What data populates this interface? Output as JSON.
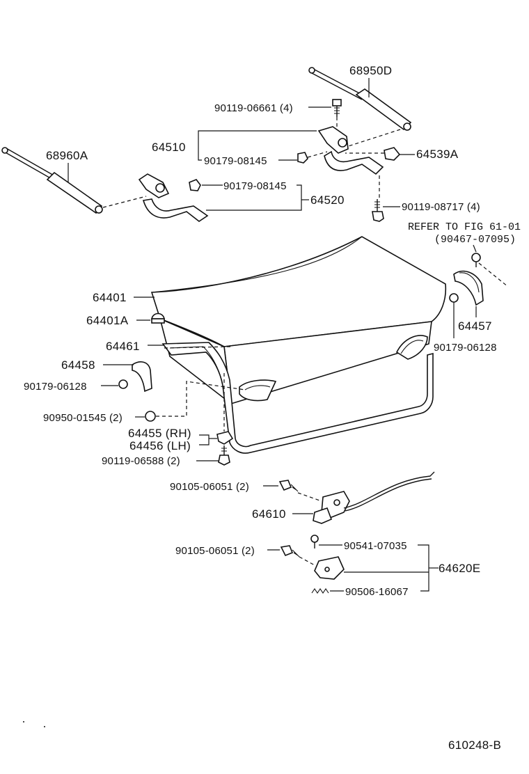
{
  "labels": {
    "p68950D": "68950D",
    "p90119_06661": "90119-06661 (4)",
    "p64510": "64510",
    "p90179_08145_a": "90179-08145",
    "p64539A": "64539A",
    "p68960A": "68960A",
    "p90179_08145_b": "90179-08145",
    "p64520": "64520",
    "p90119_08717": "90119-08717 (4)",
    "refer_line1": "REFER TO FIG 61-01",
    "refer_line2": "(90467-07095)",
    "p64401": "64401",
    "p64401A": "64401A",
    "p64457": "64457",
    "p90179_06128_r": "90179-06128",
    "p64461": "64461",
    "p64458": "64458",
    "p90179_06128_l": "90179-06128",
    "p90950_01545": "90950-01545 (2)",
    "p64455": "64455 (RH)",
    "p64456": "64456 (LH)",
    "p90119_06588": "90119-06588 (2)",
    "p90105_06051_a": "90105-06051 (2)",
    "p64610": "64610",
    "p90105_06051_b": "90105-06051 (2)",
    "p90541_07035": "90541-07035",
    "p64620E": "64620E",
    "p90506_16067": "90506-16067",
    "fig_code": "610248-B"
  }
}
